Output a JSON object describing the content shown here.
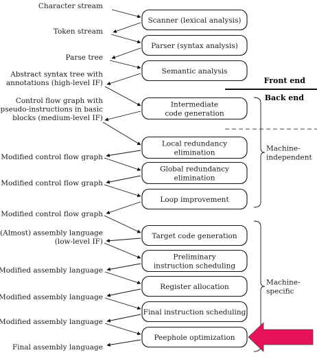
{
  "data_labels": [
    [
      "Character stream"
    ],
    [
      "Token stream"
    ],
    [
      "Parse tree"
    ],
    [
      "Abstract syntax tree with",
      "annotations (high-level IF)"
    ],
    [
      "Control flow graph with",
      "pseudo-instructions in basic",
      "blocks (medium-level IF)"
    ],
    [
      "Modified control flow graph"
    ],
    [
      "Modified control flow graph"
    ],
    [
      "Modified control flow graph"
    ],
    [
      "(Almost) assembly language",
      "(low-level IF)"
    ],
    [
      "Modified assembly language"
    ],
    [
      "Modified assembly language"
    ],
    [
      "Modified assembly language"
    ],
    [
      "Final assembly language"
    ]
  ],
  "phases": [
    [
      "Scanner (lexical analysis)"
    ],
    [
      "Parser (syntax analysis)"
    ],
    [
      "Semantic analysis"
    ],
    [
      "Intermediate",
      "code generation"
    ],
    [
      "Local redundancy",
      "elimination"
    ],
    [
      "Global redundancy",
      "elimination"
    ],
    [
      "Loop improvement"
    ],
    [
      "Target code generation"
    ],
    [
      "Preliminary",
      "instruction scheduling"
    ],
    [
      "Register allocation"
    ],
    [
      "Final instruction scheduling"
    ],
    [
      "Peephole optimization"
    ]
  ],
  "front_end": "Front end",
  "back_end": "Back end",
  "group_independent": [
    "Machine-",
    "independent"
  ],
  "group_specific": [
    "Machine-",
    "specific"
  ],
  "highlight_color": "#e8125c",
  "highlight_target": "Peephole optimization"
}
